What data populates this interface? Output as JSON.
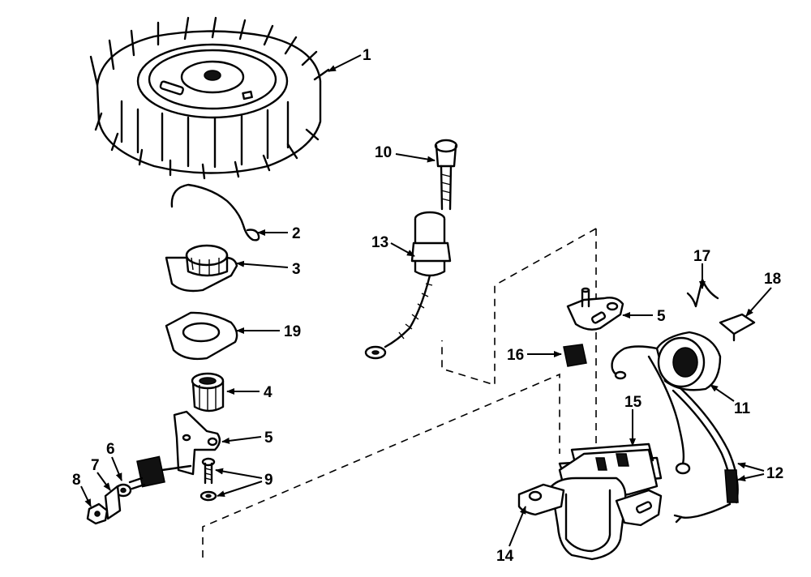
{
  "callouts": {
    "c1": "1",
    "c2": "2",
    "c3": "3",
    "c19": "19",
    "c4": "4",
    "c5a": "5",
    "c6": "6",
    "c7": "7",
    "c8": "8",
    "c9": "9",
    "c10": "10",
    "c13": "13",
    "c5b": "5",
    "c16": "16",
    "c17": "17",
    "c18": "18",
    "c11": "11",
    "c15": "15",
    "c12": "12",
    "c14": "14"
  },
  "colors": {
    "ink": "#000000",
    "paper": "#ffffff"
  }
}
